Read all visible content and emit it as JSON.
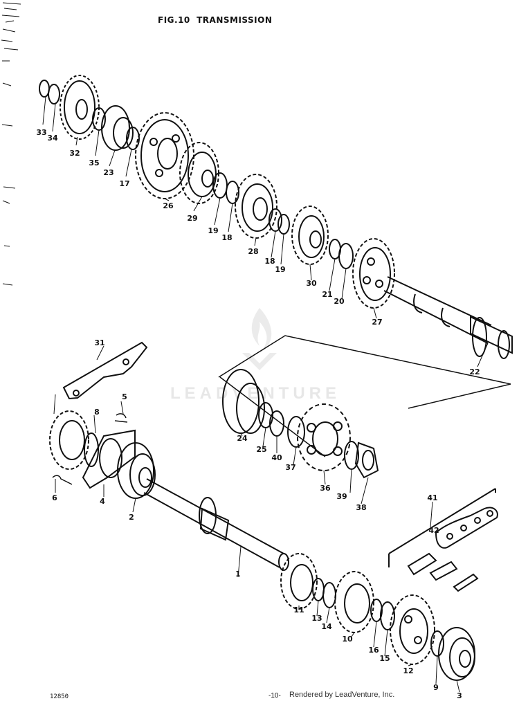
{
  "header": {
    "title": "FIG.10  TRANSMISSION"
  },
  "footer": {
    "left_text": "12850",
    "center_text": "-10-",
    "credit": "Rendered by LeadVenture, Inc."
  },
  "watermark": {
    "text": "LEADVENTURE"
  },
  "part_labels": [
    "33",
    "34",
    "32",
    "35",
    "23",
    "17",
    "26",
    "29",
    "19",
    "18",
    "28",
    "18",
    "19",
    "30",
    "21",
    "20",
    "27",
    "22",
    "31",
    "5",
    "8",
    "6",
    "4",
    "2",
    "24",
    "25",
    "40",
    "37",
    "36",
    "39",
    "38",
    "41",
    "42",
    "1",
    "11",
    "13",
    "14",
    "10",
    "16",
    "15",
    "12",
    "9",
    "3"
  ]
}
